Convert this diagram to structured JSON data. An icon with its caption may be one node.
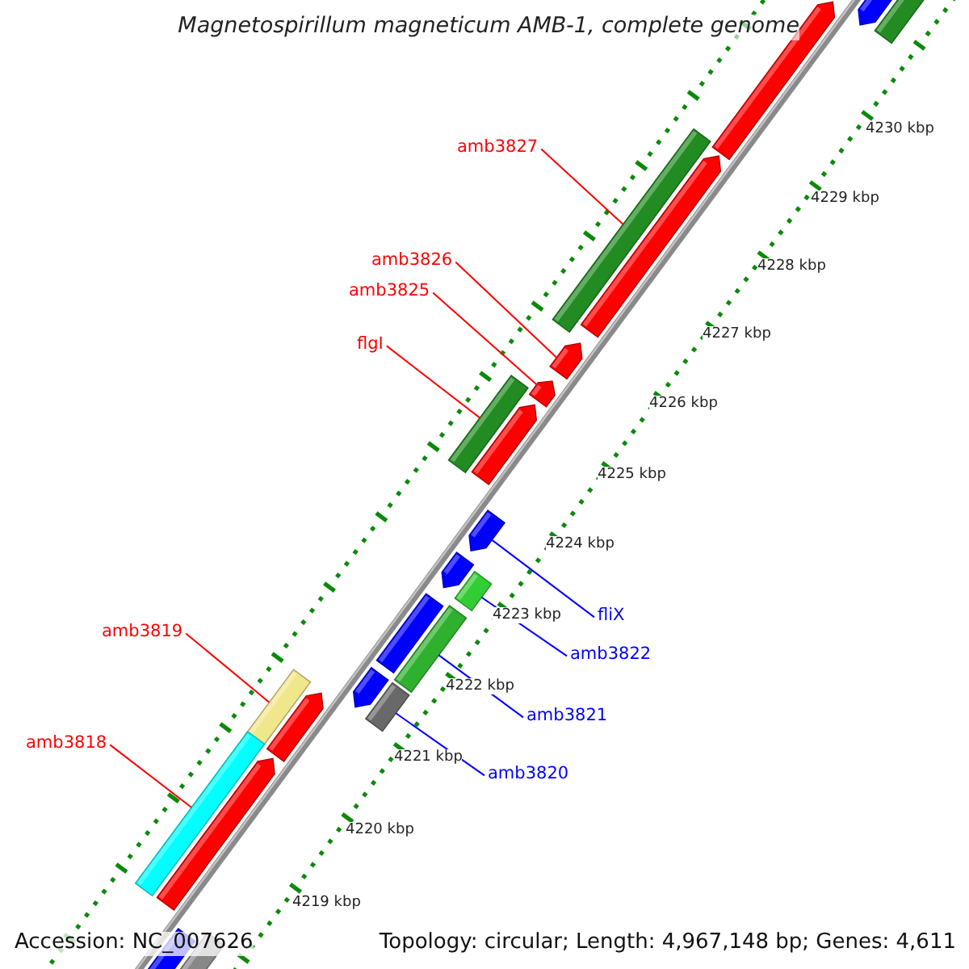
{
  "diagram": {
    "title": "Magnetospirillum magneticum AMB-1, complete genome",
    "nodes": [
      {
        "text": [
          "amb3827"
        ]
      },
      {
        "text": [
          "amb3826"
        ]
      },
      {
        "text": [
          "amb3825"
        ]
      },
      {
        "text": [
          "flgI"
        ]
      },
      {
        "text": [
          "amb3819"
        ]
      },
      {
        "text": [
          "amb3818"
        ]
      },
      {
        "text": [
          "fliX"
        ]
      },
      {
        "text": [
          "amb3822"
        ]
      },
      {
        "text": [
          "amb3821"
        ]
      },
      {
        "text": [
          "amb3820"
        ]
      },
      {
        "text": [],
        "shape": "bar"
      },
      {
        "text": [],
        "shape": "bar"
      },
      {
        "text": [],
        "shape": "bar"
      },
      {
        "text": [],
        "shape": "bar"
      },
      {
        "text": [],
        "shape": "bar"
      },
      {
        "text": [],
        "shape": "bar"
      },
      {
        "text": [],
        "shape": "bar"
      },
      {
        "text": [],
        "shape": "bar"
      },
      {
        "text": [],
        "shape": "bar"
      },
      {
        "text": [],
        "shape": "bar"
      },
      {
        "text": [],
        "shape": "bar"
      }
    ],
    "edges": [
      {
        "from": 0,
        "to": 10,
        "arrow": "none"
      },
      {
        "from": 1,
        "to": 11,
        "arrow": "none"
      },
      {
        "from": 2,
        "to": 12,
        "arrow": "none"
      },
      {
        "from": 3,
        "to": 13,
        "arrow": "none"
      },
      {
        "from": 4,
        "to": 14,
        "arrow": "none"
      },
      {
        "from": 5,
        "to": 15,
        "arrow": "none"
      },
      {
        "from": 6,
        "to": 16,
        "arrow": "none",
        "color": "#0000ff"
      },
      {
        "from": 7,
        "to": 17,
        "arrow": "none",
        "color": "#0000ff"
      },
      {
        "from": 8,
        "to": 18,
        "arrow": "none",
        "color": "#0000ff"
      },
      {
        "from": 9,
        "to": 19,
        "arrow": "none",
        "color": "#0000ff"
      }
    ],
    "labels": [
      "4230 kbp",
      "4229 kbp",
      "4228 kbp",
      "4227 kbp",
      "4226 kbp",
      "4225 kbp",
      "4224 kbp",
      "4223 kbp",
      "4222 kbp",
      "4221 kbp",
      "4220 kbp",
      "4219 kbp",
      "Accession: NC_007626",
      "Topology: circular; Length: 4,967,148 bp; Genes: 4,611"
    ]
  }
}
